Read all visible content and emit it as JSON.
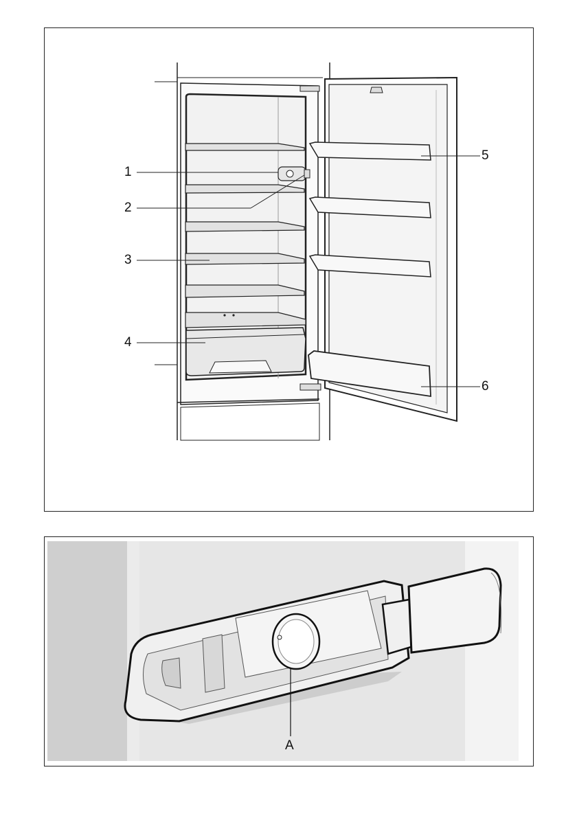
{
  "figure1": {
    "callouts": [
      {
        "id": "1",
        "label": "1"
      },
      {
        "id": "2",
        "label": "2"
      },
      {
        "id": "3",
        "label": "3"
      },
      {
        "id": "4",
        "label": "4"
      },
      {
        "id": "5",
        "label": "5"
      },
      {
        "id": "6",
        "label": "6"
      }
    ]
  },
  "figure2": {
    "callouts": [
      {
        "id": "A",
        "label": "A"
      }
    ]
  },
  "colors": {
    "stroke": "#222222",
    "shelf": "#e9e9e9",
    "interior": "#f4f4f4",
    "wall_dark": "#cfcfcf",
    "wall_light": "#e6e6e6"
  }
}
